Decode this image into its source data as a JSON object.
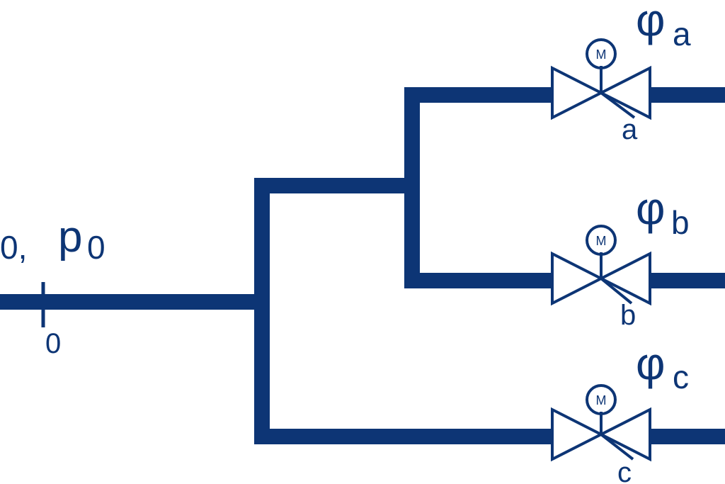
{
  "colors": {
    "pipe": "#0d3575",
    "background": "#ffffff"
  },
  "inlet": {
    "label_prefix": "0,",
    "pressure_symbol": "p",
    "pressure_subscript": "0",
    "node_label": "0"
  },
  "valves": [
    {
      "id": "a",
      "node_label": "a",
      "motor_label": "M",
      "angle_symbol": "φ",
      "angle_subscript": "a",
      "icon": "motorized-valve-icon"
    },
    {
      "id": "b",
      "node_label": "b",
      "motor_label": "M",
      "angle_symbol": "φ",
      "angle_subscript": "b",
      "icon": "motorized-valve-icon"
    },
    {
      "id": "c",
      "node_label": "c",
      "motor_label": "M",
      "angle_symbol": "φ",
      "angle_subscript": "c",
      "icon": "motorized-valve-icon"
    }
  ]
}
